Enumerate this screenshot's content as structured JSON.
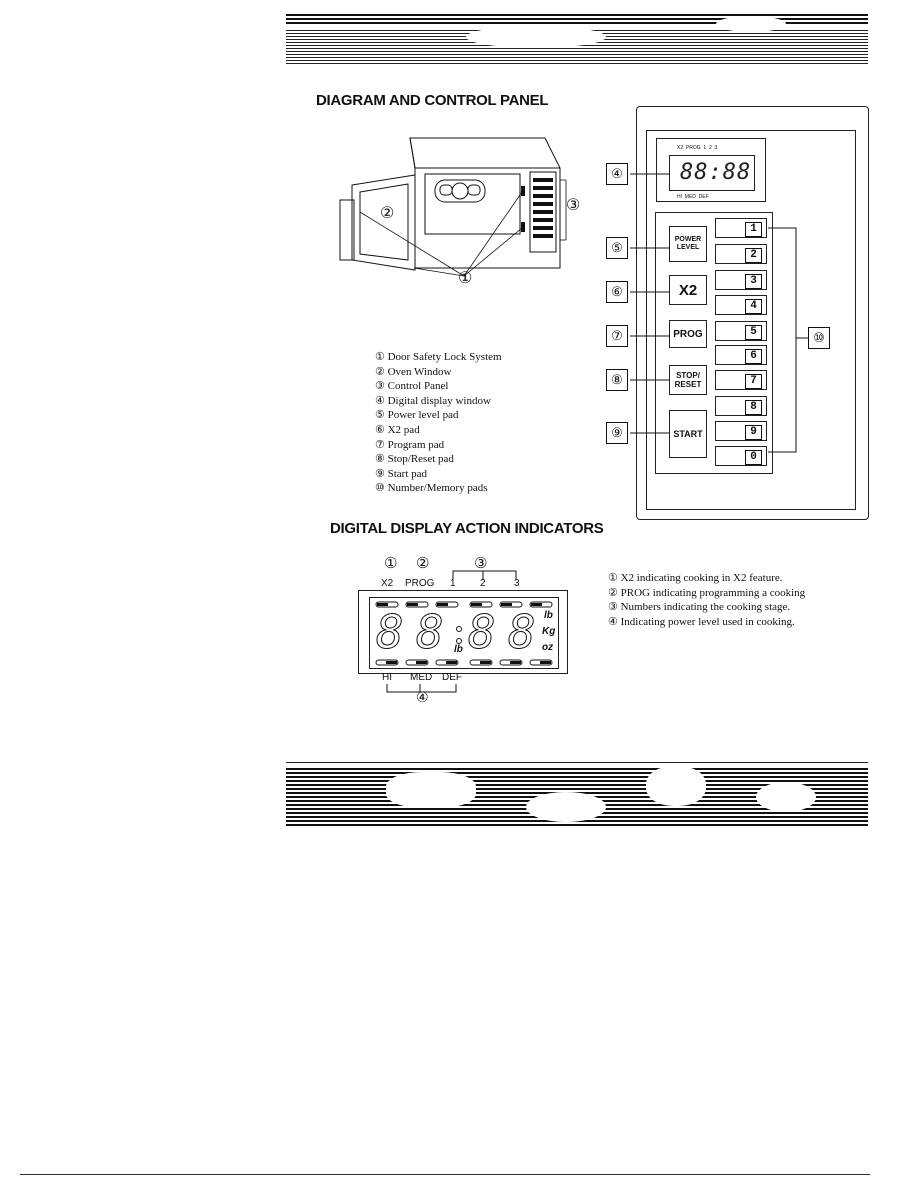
{
  "page": {
    "title": "DIAGRAM AND CONTROL PANEL",
    "subtitle": "DIGITAL DISPLAY ACTION INDICATORS"
  },
  "diagram": {
    "callouts": {
      "c1": "①",
      "c2": "②",
      "c3": "③"
    }
  },
  "legend_items": [
    "① Door Safety Lock System",
    "② Oven Window",
    "③ Control Panel",
    "④ Digital display window",
    "⑤ Power level pad",
    "⑥ X2 pad",
    "⑦ Program pad",
    "⑧ Stop/Reset pad",
    "⑨ Start pad",
    "⑩ Number/Memory pads"
  ],
  "control_panel": {
    "callouts": {
      "c4": "④",
      "c5": "⑤",
      "c6": "⑥",
      "c7": "⑦",
      "c8": "⑧",
      "c9": "⑨",
      "c10": "⑩"
    },
    "mini_display": {
      "top": "X2  PROG  1  2  3",
      "digits": "88:88",
      "bottom": "HI  MED  DEF"
    },
    "pads": {
      "power_level": "POWER LEVEL",
      "x2": "X2",
      "prog": "PROG",
      "stop_reset": "STOP/ RESET",
      "start": "START"
    },
    "number_pads": [
      "1",
      "2",
      "3",
      "4",
      "5",
      "6",
      "7",
      "8",
      "9",
      "0"
    ]
  },
  "display": {
    "callouts": {
      "c1": "①",
      "c2": "②",
      "c3": "③",
      "c4": "④"
    },
    "top_labels": {
      "x2": "X2",
      "prog": "PROG",
      "s1": "1",
      "s2": "2",
      "s3": "3"
    },
    "digits": {
      "d1": "8",
      "d2": "8",
      "d3": "8",
      "d4": "8"
    },
    "units": {
      "lb": "lb",
      "kg": "Kg",
      "oz": "oz",
      "lb_small": "lb"
    },
    "bottom_labels": {
      "hi": "HI",
      "med": "MED",
      "def": "DEF"
    }
  },
  "display_notes": [
    "① X2 indicating cooking in X2 feature.",
    "② PROG indicating programming a cooking",
    "③ Numbers indicating the cooking stage.",
    "④ Indicating power level used in cooking."
  ]
}
